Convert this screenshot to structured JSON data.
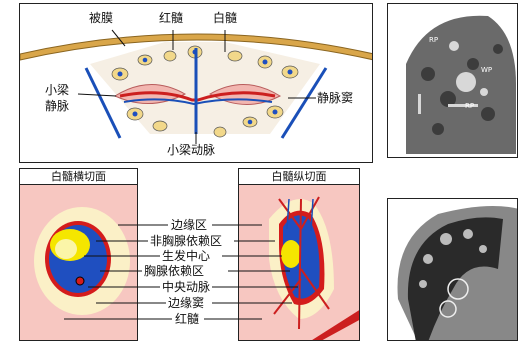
{
  "top_diagram": {
    "labels": {
      "capsule": "被膜",
      "red_pulp": "红髓",
      "white_pulp": "白髓",
      "trabecular_vein": "小梁\n静脉",
      "venous_sinus": "静脉窦",
      "trabecular_artery": "小梁动脉"
    },
    "colors": {
      "capsule": "#d9a64a",
      "vessel_blue": "#1a4fb8",
      "vessel_red": "#cc1f1f",
      "pink": "#f2b6b0"
    }
  },
  "cross_section": {
    "title": "白髓横切面",
    "colors": {
      "background": "#f7c7c1",
      "marginal": "#fbf0c7",
      "pals": "#1f4fc0",
      "germinal_yellow": "#f5e600",
      "red_ring": "#d41c1c"
    }
  },
  "longitudinal_section": {
    "title": "白髓纵切面"
  },
  "center_labels": [
    "边缘区",
    "非胸腺依赖区",
    "生发中心",
    "胸腺依赖区",
    "中央动脉",
    "边缘窦",
    "红髓"
  ],
  "photos": {
    "top_labels": [
      "RP",
      "WP",
      "RP"
    ]
  }
}
